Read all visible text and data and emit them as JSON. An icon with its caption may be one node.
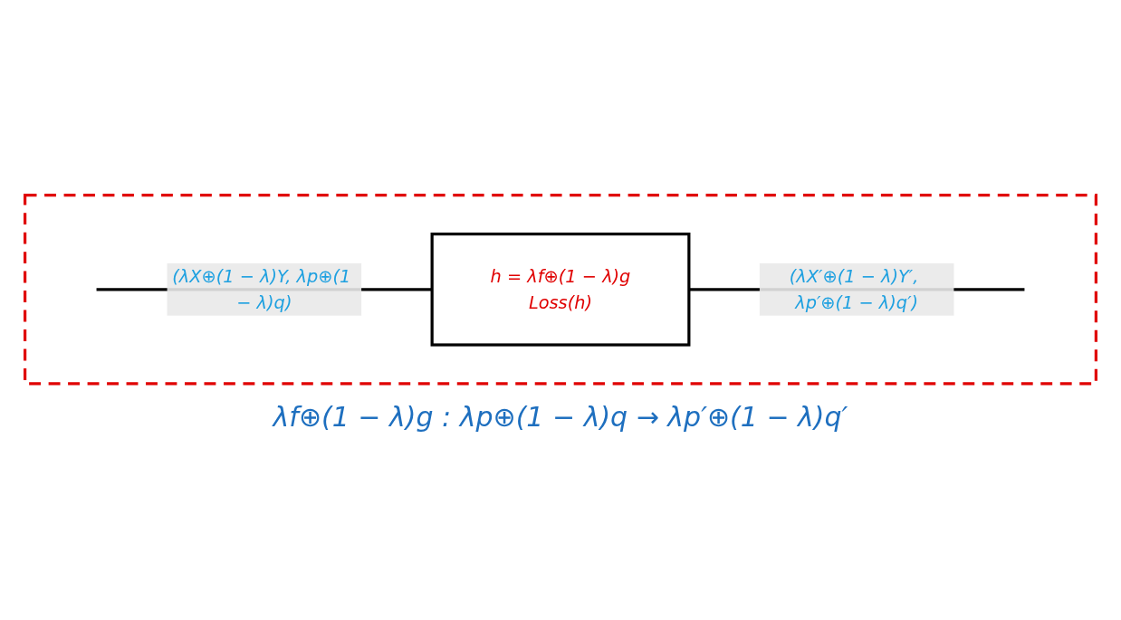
{
  "diagram": {
    "nodes": [
      {
        "text": [],
        "shape": "box"
      },
      {
        "text": [
          "h = λf⊕(1 − λ)g",
          "Loss(h)"
        ],
        "in": 0
      }
    ],
    "edges": [
      {
        "from": null,
        "to": 1,
        "arrow": "none",
        "label": "(λX⊕(1 − λ)Y, λp⊕(1 − λ)q)"
      },
      {
        "from": 1,
        "to": null,
        "arrow": "none",
        "label": "(λX′⊕(1 − λ)Y′, λp′⊕(1 − λ)q′)"
      }
    ],
    "labels": [
      "λf⊕(1 − λ)g : λp⊕(1 − λ)q → λp′⊕(1 − λ)q′"
    ]
  }
}
